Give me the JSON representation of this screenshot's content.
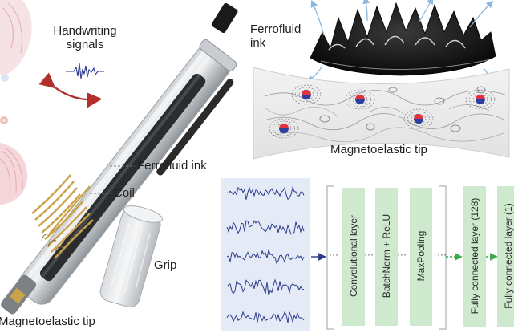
{
  "labels": {
    "handwriting_signals": "Handwriting\nsignals",
    "ferrofluid_ink_top": "Ferrofluid\nink",
    "magnetoelastic_tip_top": "Magnetoelastic tip",
    "ferrofluid_ink_pen": "Ferrofluid ink",
    "coil": "Coil",
    "grip": "Grip",
    "magnetoelastic_tip_bottom": "Magnetoelastic tip"
  },
  "network": {
    "layers": [
      "Convolutional layer",
      "BatchNorm + ReLU",
      "MaxPooling",
      "Fully connected layer (128)",
      "Fully connected layer (1)"
    ],
    "ellipsis": "···"
  },
  "colors": {
    "signal_blue": "#2b3a8c",
    "signal_panel_bg": "#e4ebf6",
    "layer_green": "#cfe9cf",
    "arrow_green": "#3aaa4a",
    "arrow_red": "#b2302c",
    "coil_gold": "#c9a24a",
    "ink_black": "#141414"
  },
  "icons": [
    "sky-arrow-icon",
    "magnet-dipole-icon",
    "double-arrow-icon"
  ]
}
